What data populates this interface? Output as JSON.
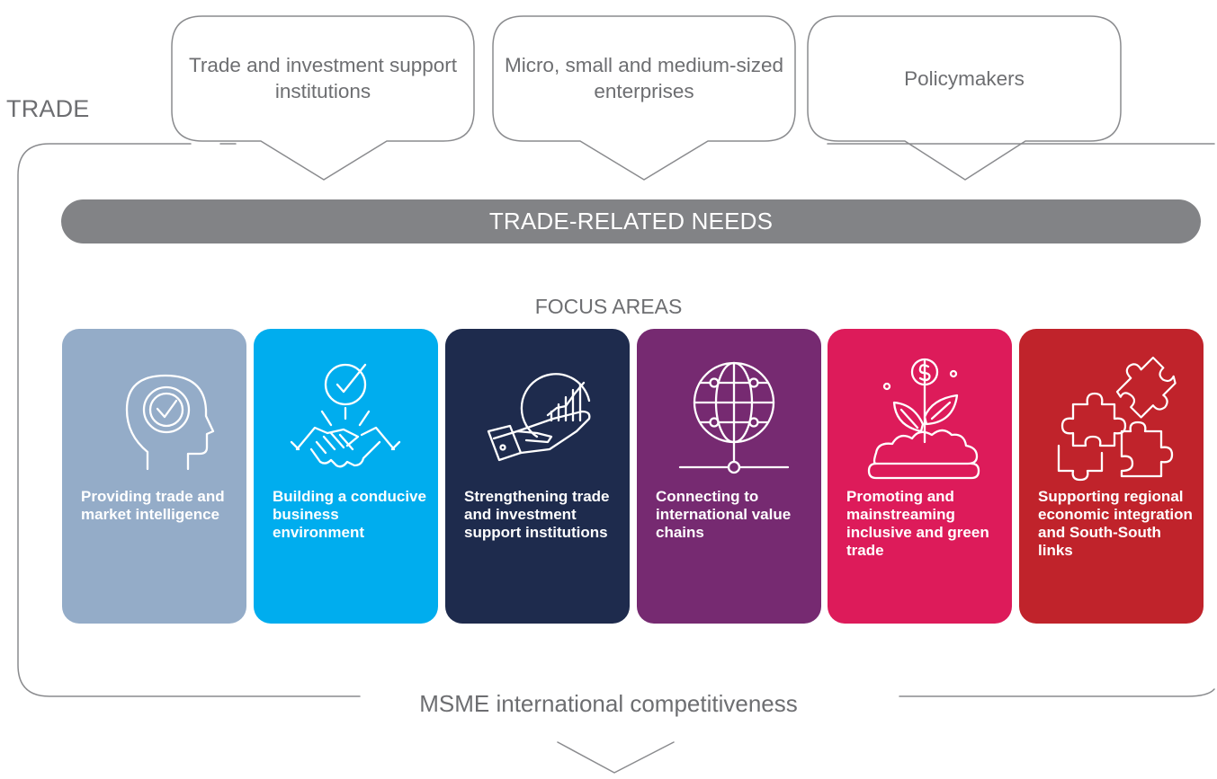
{
  "title": "TRADE",
  "stakeholders": [
    {
      "label": "Trade and investment support institutions"
    },
    {
      "label": "Micro, small and medium-sized enterprises"
    },
    {
      "label": "Policymakers"
    }
  ],
  "needs_bar": "TRADE-RELATED NEEDS",
  "focus_title": "FOCUS AREAS",
  "focus_areas": [
    {
      "label": "Providing trade and market intelligence",
      "color": "#94acc8",
      "icon": "head-check-icon"
    },
    {
      "label": "Building a conducive business environment",
      "color": "#00adee",
      "icon": "handshake-check-icon"
    },
    {
      "label": "Strengthening trade and investment support institutions",
      "color": "#1e2b4d",
      "icon": "hand-growth-chart-icon"
    },
    {
      "label": "Connecting to international value chains",
      "color": "#762a71",
      "icon": "globe-network-icon"
    },
    {
      "label": "Promoting and mainstreaming inclusive and green trade",
      "color": "#dd1b5a",
      "icon": "dollar-plant-icon"
    },
    {
      "label": "Supporting regional economic integration and South-South links",
      "color": "#c0232b",
      "icon": "puzzle-pieces-icon"
    }
  ],
  "outcome": "MSME international competitiveness",
  "colors": {
    "outline": "#8a8b8e",
    "text": "#6d6e71",
    "bar": "#828386"
  }
}
